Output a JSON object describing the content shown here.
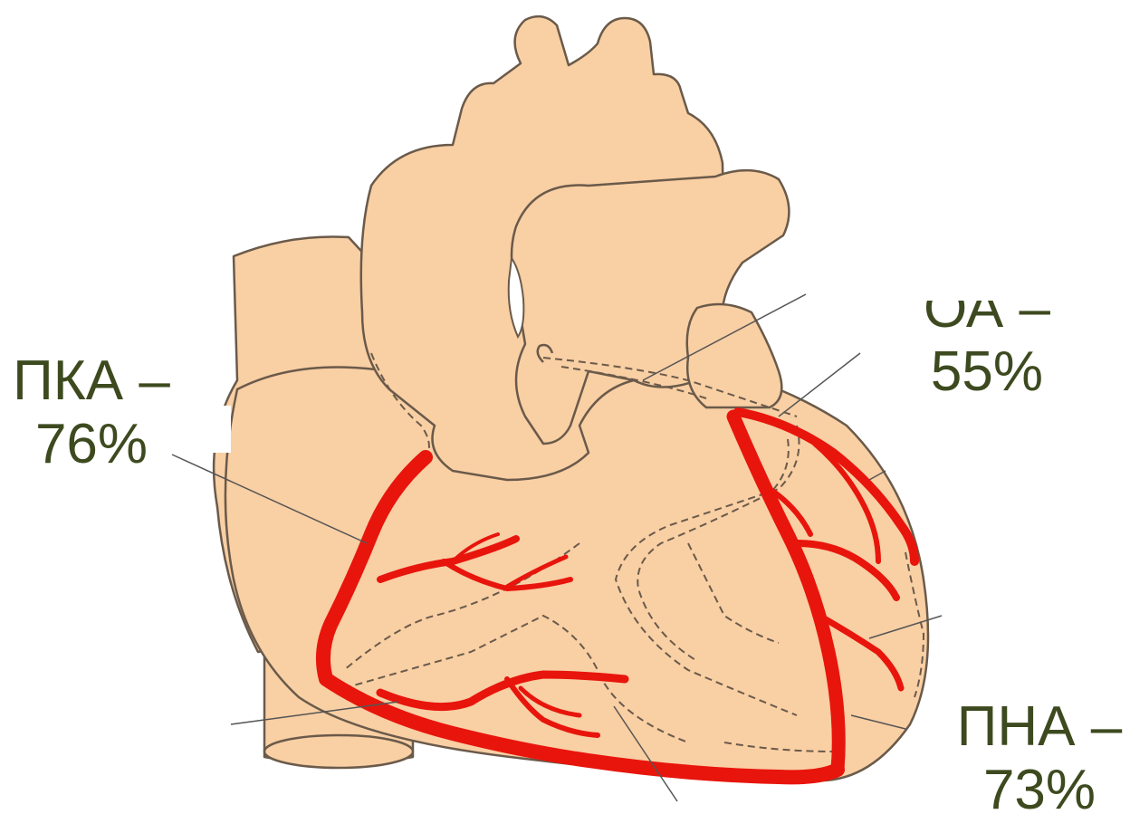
{
  "colors": {
    "heart_fill": "#f9cfa4",
    "outline": "#6a5a4a",
    "artery": "#e8150c",
    "label_text": "#3d4a1f",
    "leader_line": "#555555"
  },
  "labels": {
    "rca": {
      "line1": "ПКА –",
      "line2": "76%"
    },
    "cx": {
      "line1": "ОА –",
      "line2": "55%"
    },
    "lad": {
      "line1": "ПНА –",
      "line2": "73%"
    }
  }
}
